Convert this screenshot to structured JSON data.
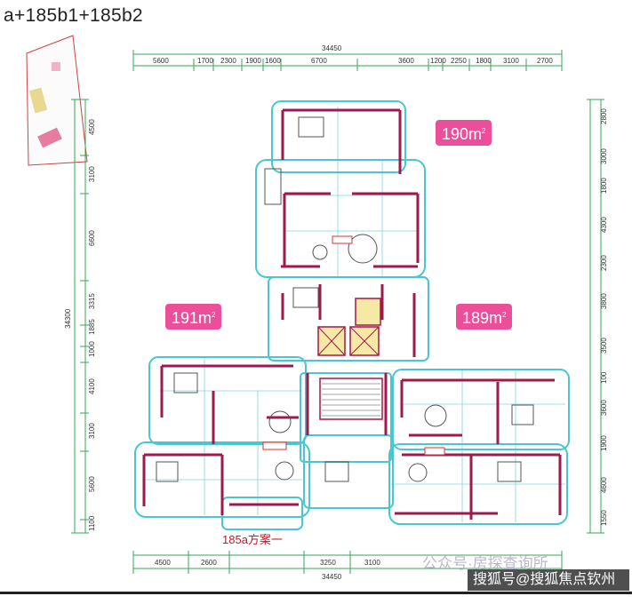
{
  "title": "a+185b1+185b2",
  "top_total_dim": "34450",
  "top_dims": [
    "5600",
    "1700",
    "2300",
    "1900",
    "1600",
    "6700",
    "3600",
    "1200",
    "2250",
    "1800",
    "3100",
    "2700"
  ],
  "bottom_total_dim": "34450",
  "bottom_dims": [
    "4500",
    "2600",
    "3250",
    "3100"
  ],
  "left_total_dim": "34300",
  "left_dims": [
    "4500",
    "3100",
    "6600",
    "3315",
    "1885",
    "1000",
    "4100",
    "3100",
    "5600",
    "1100"
  ],
  "right_dims": [
    "2800",
    "3000",
    "1800",
    "4300",
    "2300",
    "3800",
    "3500",
    "100",
    "3600",
    "1900",
    "4600",
    "1550"
  ],
  "areas": {
    "unit_190": {
      "num": "190m",
      "sup": "2"
    },
    "unit_191": {
      "num": "191m",
      "sup": "2"
    },
    "unit_189": {
      "num": "189m",
      "sup": "2"
    }
  },
  "plan_label": "185a方案一",
  "watermark_1": "公众号·房探查询所",
  "watermark_2": "搜狐号@搜狐焦点钦州站",
  "colors": {
    "wall": "#a0194a",
    "outline": "#49c6cf",
    "dim": "#37a55a",
    "badge": "#ec4f9a",
    "core": "#f6e9a6"
  }
}
